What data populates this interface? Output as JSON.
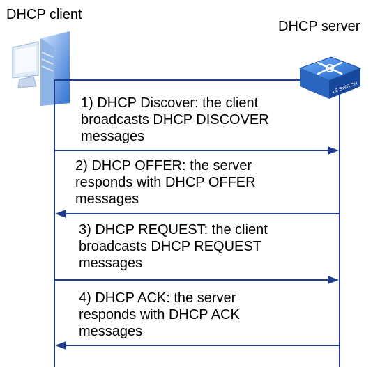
{
  "client": {
    "label": "DHCP client",
    "icon": "computer-icon"
  },
  "server": {
    "label": "DHCP server",
    "icon": "l3-switch-icon",
    "device_text": "L3 SWITCH"
  },
  "colors": {
    "line": "#1f3d8f",
    "device_blue": "#3a7bd5",
    "device_dark": "#1d4f9c"
  },
  "messages": [
    {
      "text": "1) DHCP Discover: the client\nbroadcasts DHCP DISCOVER\nmessages",
      "direction": "client-to-server"
    },
    {
      "text": "2) DHCP OFFER: the server\nresponds with DHCP OFFER\nmessages",
      "direction": "server-to-client"
    },
    {
      "text": "3) DHCP REQUEST: the client\nbroadcasts DHCP REQUEST\nmessages",
      "direction": "client-to-server"
    },
    {
      "text": "4) DHCP ACK: the server\nresponds with DHCP ACK\nmessages",
      "direction": "server-to-client"
    }
  ]
}
